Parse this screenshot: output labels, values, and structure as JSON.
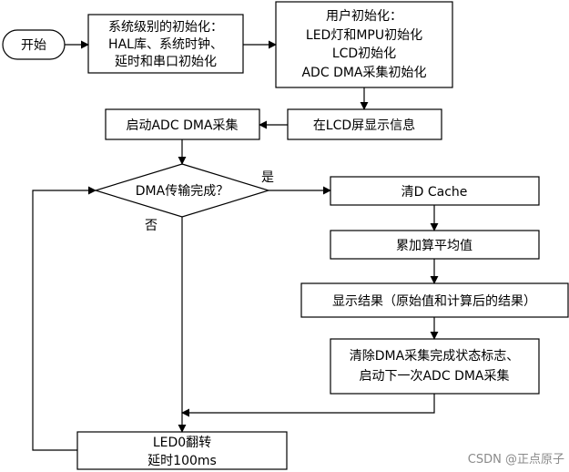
{
  "nodes": {
    "start": "开始",
    "sys_init": [
      "系统级别的初始化：",
      "HAL库、系统时钟、",
      "延时和串口初始化"
    ],
    "user_init": [
      "用户初始化：",
      "LED灯和MPU初始化",
      "LCD初始化",
      "ADC DMA采集初始化"
    ],
    "lcd_info": "在LCD屏显示信息",
    "start_adc_dma": "启动ADC DMA采集",
    "dma_done": "DMA传输完成？",
    "clear_cache": "清D Cache",
    "accumulate": "累加算平均值",
    "show_result": "显示结果（原始值和计算后的结果）",
    "clear_flag": [
      "清除DMA采集完成状态标志、",
      "启动下一次ADC DMA采集"
    ],
    "led_toggle": [
      "LED0翻转",
      "延时100ms"
    ]
  },
  "edge_labels": {
    "yes": "是",
    "no": "否"
  },
  "watermark": "CSDN @正点原子"
}
